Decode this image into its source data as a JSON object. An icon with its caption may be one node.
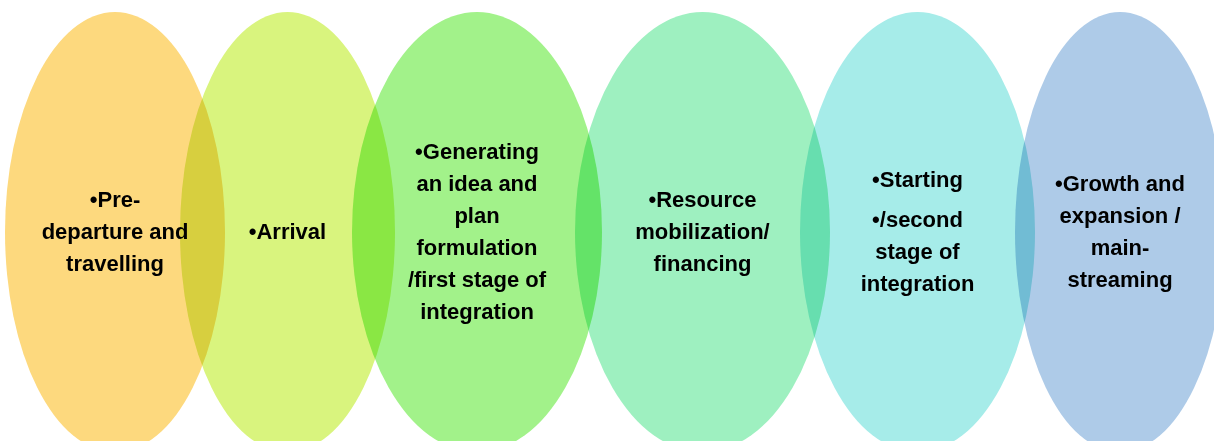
{
  "diagram": {
    "nodes": [
      {
        "text": [
          "•Pre-departure and travelling"
        ]
      },
      {
        "text": [
          "•Arrival"
        ]
      },
      {
        "text": [
          "•Generating an idea and plan formulation /first stage of integration"
        ]
      },
      {
        "text": [
          "•Resource mobilization/ financing"
        ]
      },
      {
        "text": [
          "•Starting",
          "•/second stage of integration"
        ]
      },
      {
        "text": [
          "•Growth and expansion / main-streaming"
        ]
      }
    ]
  }
}
